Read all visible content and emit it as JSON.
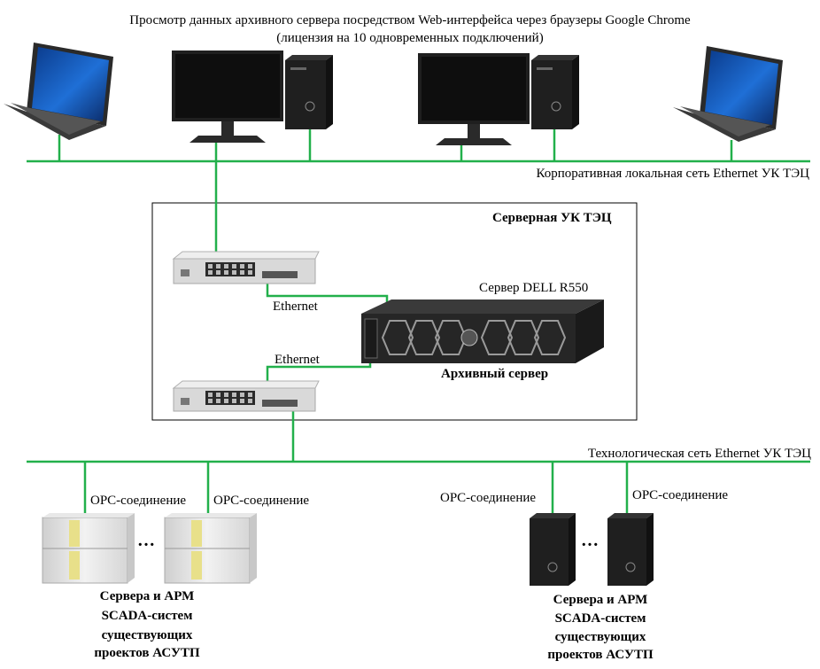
{
  "header": {
    "line1": "Просмотр данных  архивного сервера посредством Web-интерфейса через браузеры Google Chrome",
    "line2": "(лицензия  на 10 одновременных подключений)"
  },
  "corp_network_label": "Корпоративная  локальная сеть Ethernet УК ТЭЦ",
  "server_room_title": "Серверная УК ТЭЦ",
  "server_model_label": "Сервер DELL  R550",
  "server_name": "Архивный сервер",
  "link_label_top": "Ethernet",
  "link_label_bottom": "Ethernet",
  "tech_network_label": "Технологическая сеть Ethernet УК ТЭЦ",
  "opc": {
    "left_1": "OPC-соединение",
    "left_2": "OPC-соединение",
    "right_1": "OPC-соединение",
    "right_2": "OPC-соединение"
  },
  "ellipsis": "…",
  "group_left": {
    "line1": "Сервера и АРМ",
    "line2": "SCADA-систем",
    "line3": "существующих",
    "line4": "проектов АСУТП"
  },
  "group_right": {
    "line1": "Сервера и АРМ",
    "line2": "SCADA-систем",
    "line3": "существующих",
    "line4": "проектов АСУТП"
  },
  "colors": {
    "network_line": "#22b04b",
    "device_dark": "#1f1f1f",
    "switch_body": "#d9d9d9",
    "rack_body": "#e6e6e6",
    "rack_accent": "#e8e08a"
  }
}
